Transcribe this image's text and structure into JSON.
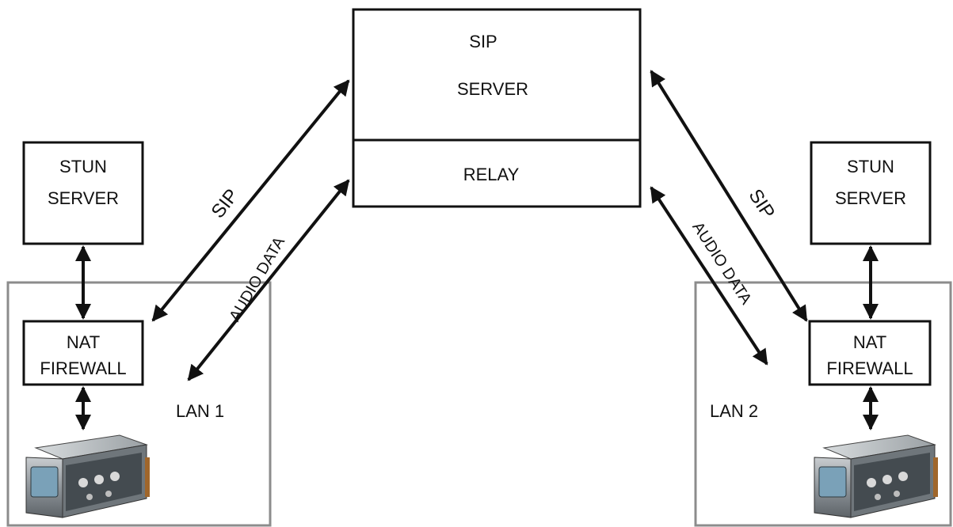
{
  "sip_server": {
    "line1": "SIP",
    "line2": "SERVER"
  },
  "relay": {
    "label": "RELAY"
  },
  "left": {
    "stun": {
      "line1": "STUN",
      "line2": "SERVER"
    },
    "nat": {
      "line1": "NAT",
      "line2": "FIREWALL"
    },
    "lan_label": "LAN 1",
    "sip_label": "SIP",
    "audio_label": "AUDIO DATA",
    "device_icon": "audio-codec-device-icon"
  },
  "right": {
    "stun": {
      "line1": "STUN",
      "line2": "SERVER"
    },
    "nat": {
      "line1": "NAT",
      "line2": "FIREWALL"
    },
    "lan_label": "LAN 2",
    "sip_label": "SIP",
    "audio_label": "AUDIO DATA",
    "device_icon": "audio-codec-device-icon"
  },
  "colors": {
    "box_stroke": "#111111",
    "lan_stroke": "#8c8c8c",
    "arrow": "#111111"
  }
}
